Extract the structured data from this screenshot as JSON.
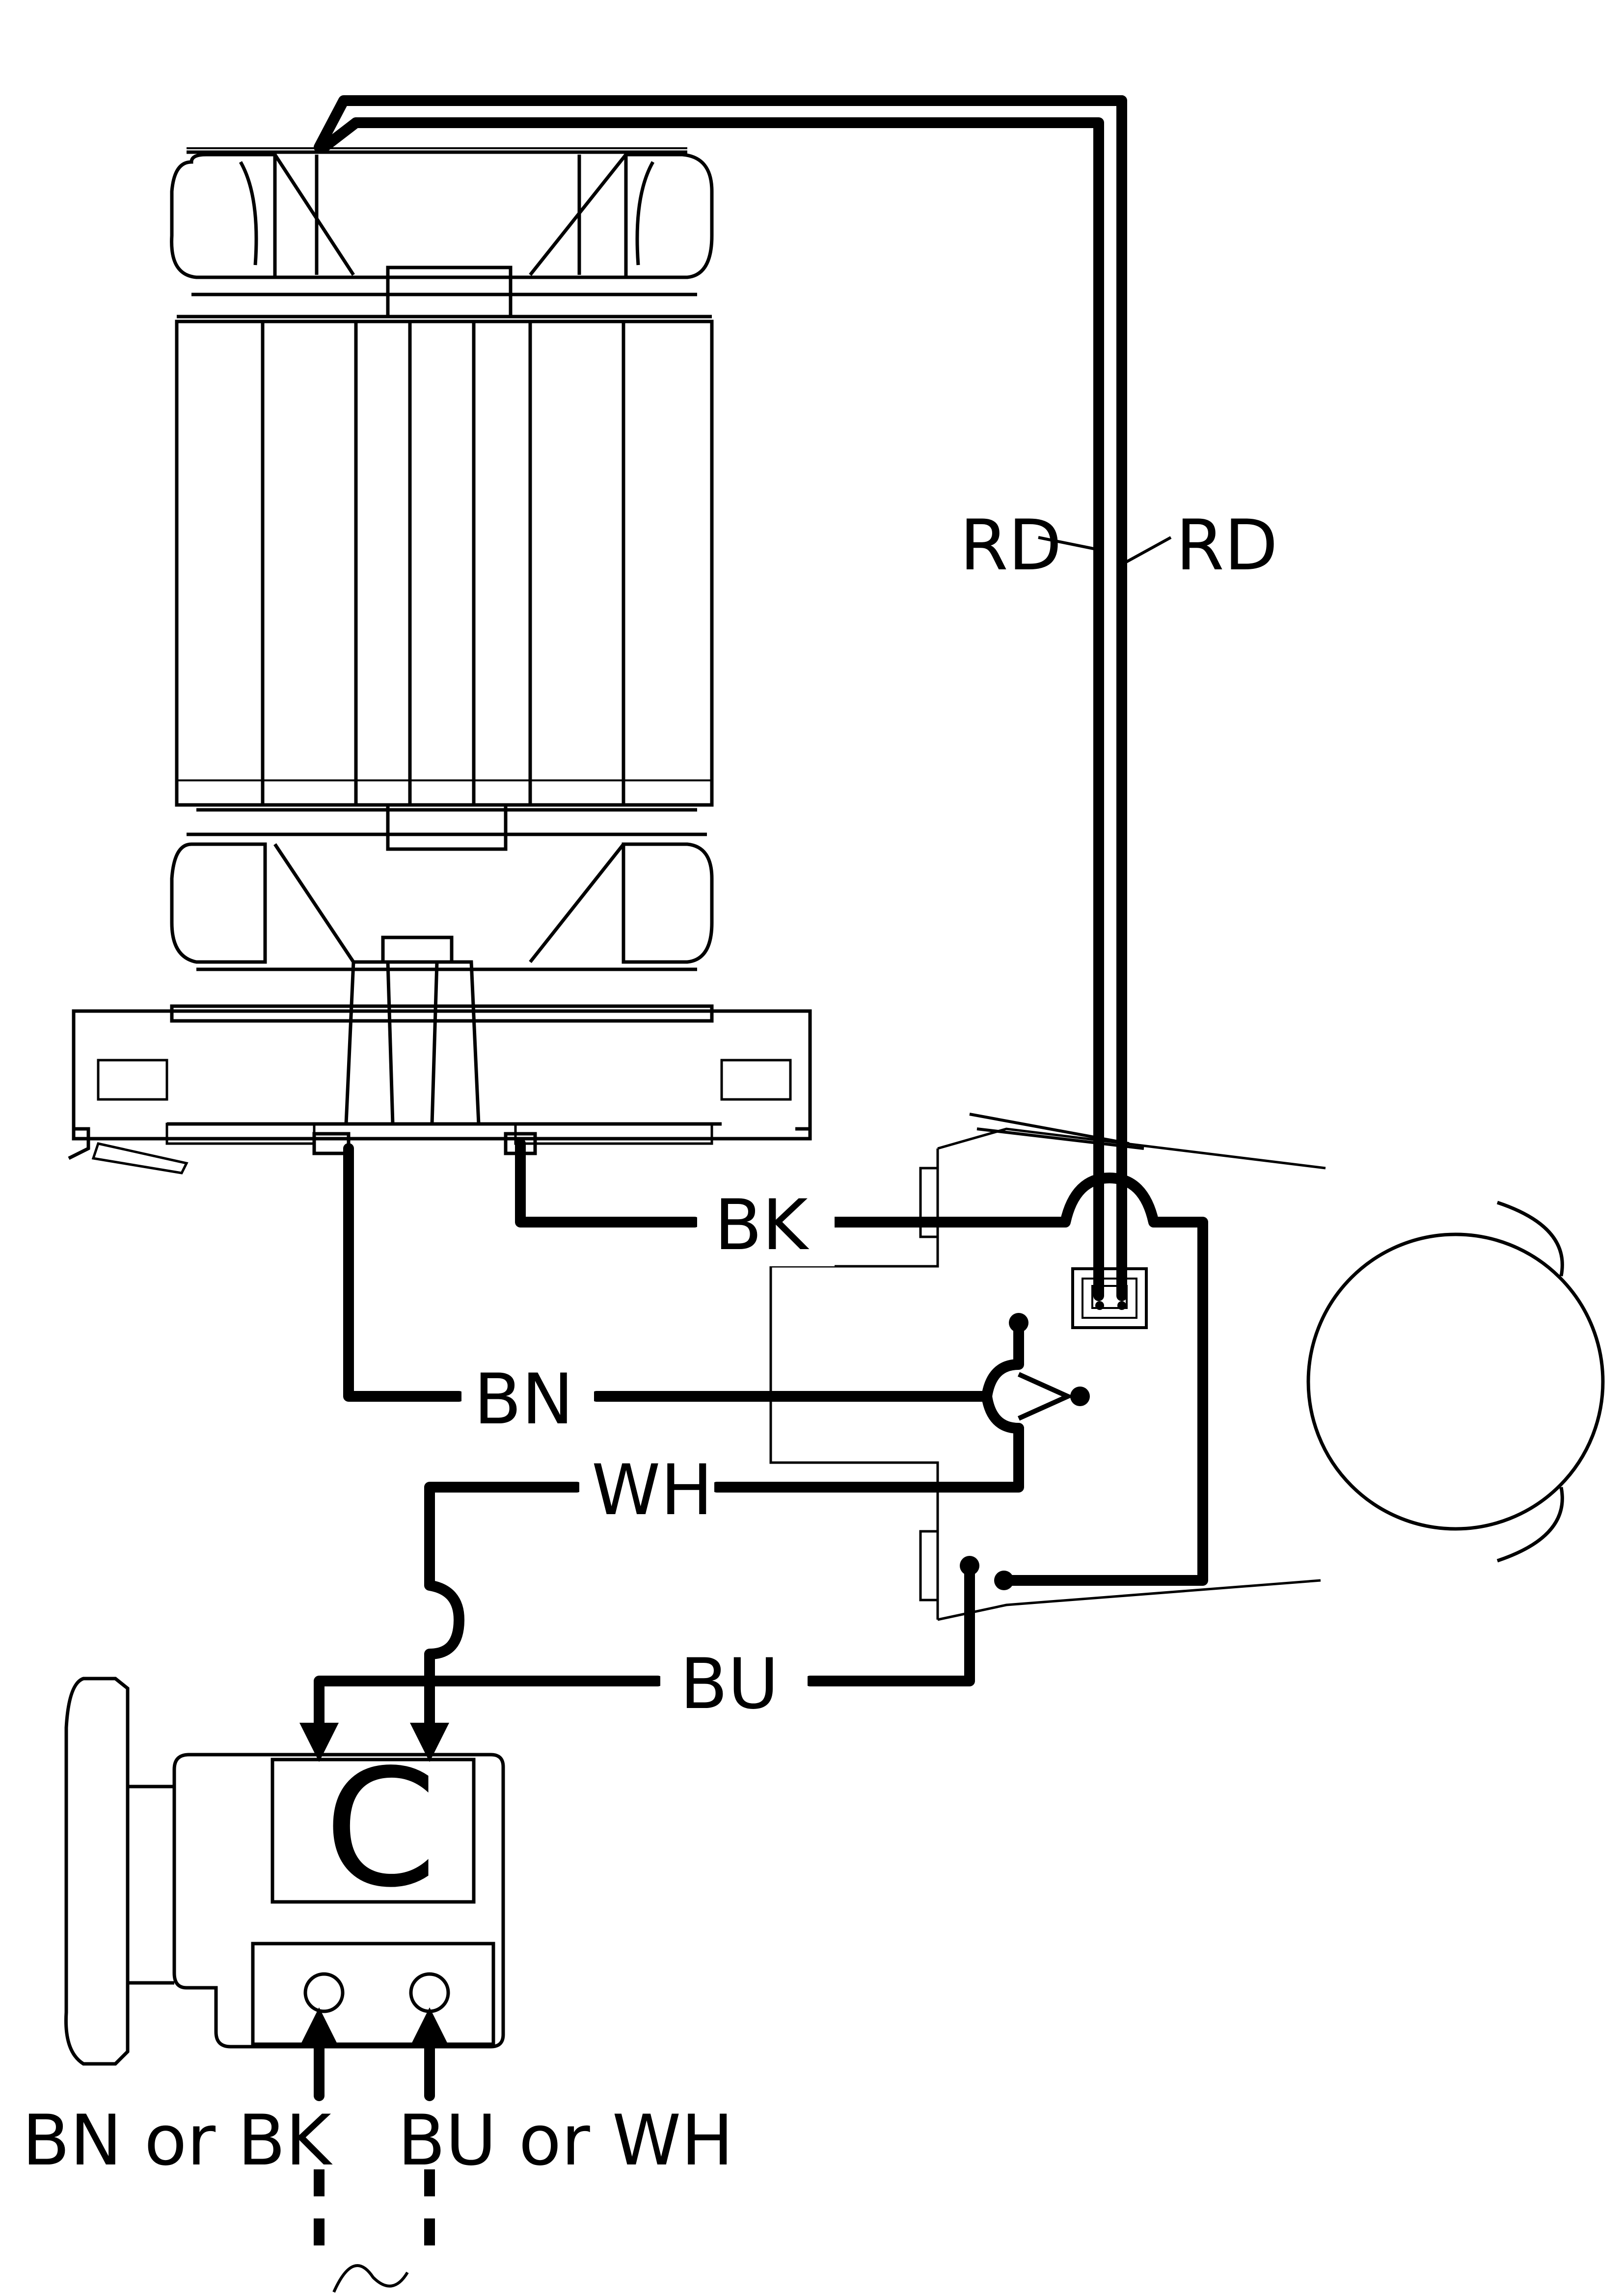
{
  "wires": {
    "rd_left": "RD",
    "rd_right": "RD",
    "bk": "BK",
    "bn": "BN",
    "wh": "WH",
    "bu": "BU"
  },
  "capacitor": {
    "symbol": "C"
  },
  "supply": {
    "left": "BN or BK",
    "right": "BU or WH"
  }
}
